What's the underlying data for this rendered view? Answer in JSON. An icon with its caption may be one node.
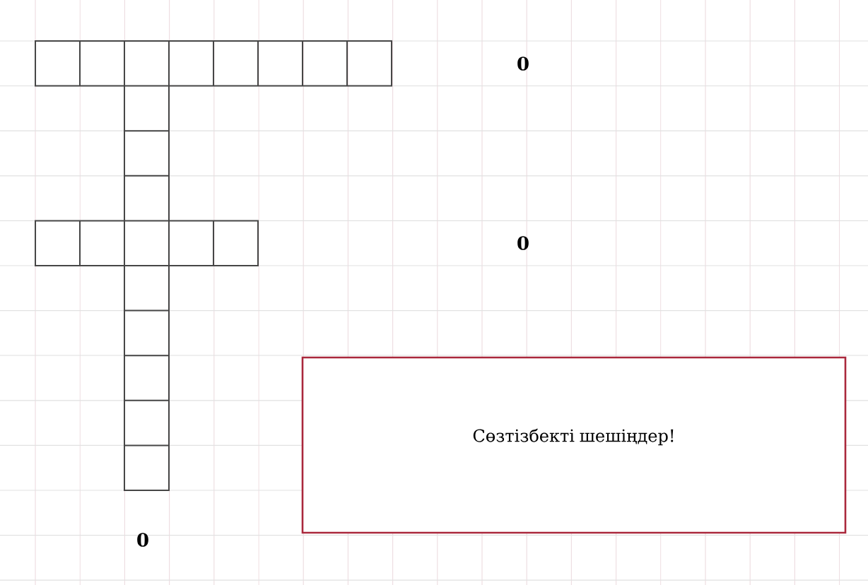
{
  "diagram": {
    "nodes": [
      {
        "text": [
          "Сөзтізбекті шешіңдер!"
        ]
      }
    ],
    "labels": [
      "0",
      "0",
      "0"
    ]
  }
}
